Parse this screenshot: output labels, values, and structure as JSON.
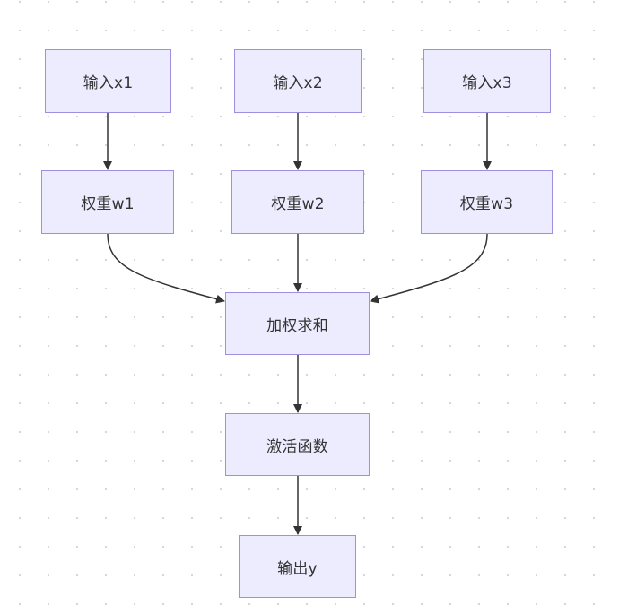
{
  "nodes": {
    "input_x1": "输入x1",
    "input_x2": "输入x2",
    "input_x3": "输入x3",
    "weight_w1": "权重w1",
    "weight_w2": "权重w2",
    "weight_w3": "权重w3",
    "weighted_sum": "加权求和",
    "activation": "激活函数",
    "output_y": "输出y"
  },
  "edges": [
    {
      "from": "input_x1",
      "to": "weight_w1"
    },
    {
      "from": "input_x2",
      "to": "weight_w2"
    },
    {
      "from": "input_x3",
      "to": "weight_w3"
    },
    {
      "from": "weight_w1",
      "to": "weighted_sum"
    },
    {
      "from": "weight_w2",
      "to": "weighted_sum"
    },
    {
      "from": "weight_w3",
      "to": "weighted_sum"
    },
    {
      "from": "weighted_sum",
      "to": "activation"
    },
    {
      "from": "activation",
      "to": "output_y"
    }
  ],
  "colors": {
    "node_fill": "#ececfe",
    "node_border": "#9f8fe0",
    "edge": "#333333",
    "text": "#333333",
    "dot_grid": "#d7d7d7"
  }
}
